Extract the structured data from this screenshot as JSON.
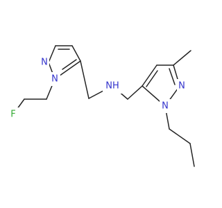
{
  "molecule": {
    "atoms": {
      "N1": "N",
      "N2": "N",
      "F": "F",
      "NH": "NH",
      "N3": "N",
      "N4": "N"
    },
    "colors": {
      "bond": "#232323",
      "nitrogen": "#3333cc",
      "fluorine": "#33aa33"
    }
  }
}
